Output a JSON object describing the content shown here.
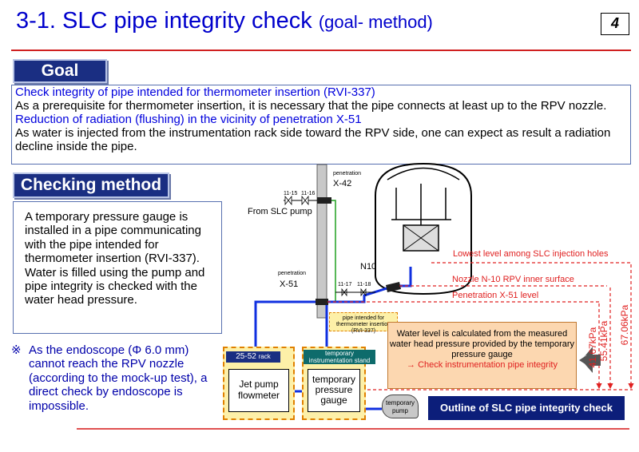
{
  "header": {
    "title_main": "3-1. SLC pipe integrity check",
    "title_sub": "(goal- method)",
    "page_number": "4"
  },
  "goal": {
    "tab": "Goal",
    "line1_blue": "Check integrity of pipe intended for thermometer insertion (RVI-337)",
    "line2": "As a prerequisite for thermometer insertion, it is necessary that the pipe connects at least up to the RPV nozzle.",
    "line3_blue": "Reduction of radiation (flushing) in the vicinity of penetration X-51",
    "line4": "As water is injected from the instrumentation rack side toward the RPV side, one can expect as result a radiation decline inside the pipe."
  },
  "method": {
    "tab": "Checking method",
    "text": "A temporary pressure gauge is installed in a pipe communicating with the pipe intended for thermometer insertion (RVI-337). Water is filled using the pump and pipe integrity is checked with the water head pressure."
  },
  "note": {
    "mark": "※",
    "text": "As the endoscope (Φ 6.0 mm) cannot reach the RPV nozzle (according to the mock-up test), a direct check by endoscope is impossible."
  },
  "diagram": {
    "penetration_x42_label": "penetration",
    "penetration_x42_id": "X-42",
    "penetration_x51_label": "penetration",
    "penetration_x51_id": "X-51",
    "valve_11_15": "11-15",
    "valve_11_16": "11-16",
    "valve_11_17": "11-17",
    "valve_11_18": "11-18",
    "from_slc_pump": "From SLC pump",
    "n10": "N10",
    "level_lowest": "Lowest level among SLC injection holes",
    "level_nozzle": "Nozzle N-10 RPV inner surface",
    "level_x51": "Penetration X-51 level",
    "pressure_1": "41.67kPa",
    "pressure_2": "55.41kPa",
    "pressure_3": "67.06kPa",
    "pipe_label": "pipe intended for thermometer insertion (RVI-337)",
    "rack_tag": "25-52",
    "rack_word": "rack",
    "flowmeter": "Jet pump flowmeter",
    "stand_tag": "temporary instrumentation stand",
    "gauge": "temporary pressure gauge",
    "pump": "temporary pump",
    "calc_text": "Water level is calculated from the measured water head pressure provided by the temporary pressure gauge",
    "calc_red": "→ Check instrumentation pipe integrity",
    "outline": "Outline of SLC pipe integrity check"
  }
}
